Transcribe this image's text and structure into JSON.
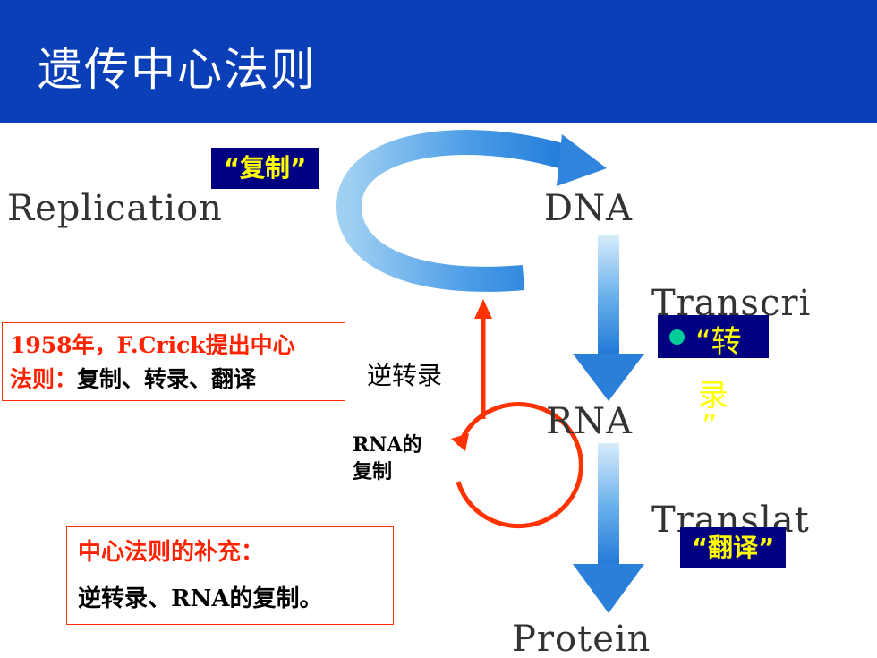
{
  "header": {
    "title": "遗传中心法则"
  },
  "diagram": {
    "replication_en": "Replication",
    "dna": "DNA",
    "transcription_en": "Transcri",
    "rna": "RNA",
    "translation_en": "Translat",
    "protein": "Protein"
  },
  "labels": {
    "replication_zh": "“复制”",
    "transcription_zh_line1": "“转",
    "transcription_zh_line2": "录",
    "transcription_zh_line3": "”",
    "translation_zh": "“翻译”",
    "reverse_transcription": "逆转录",
    "rna_replication_line1": "RNA的",
    "rna_replication_line2": "复制"
  },
  "crick_box": {
    "line1": "1958年，F.Crick提出中心",
    "line2_red": "法则：",
    "line2_black": "复制、转录、翻译"
  },
  "supplement_box": {
    "heading": "中心法则的补充：",
    "body": "逆转录、RNA的复制。"
  },
  "colors": {
    "header_bg": "#0a3fb8",
    "label_bg": "#000080",
    "label_text": "#ffff00",
    "accent_red": "#ff3300",
    "arrow_blue": "#3a8ee0"
  }
}
